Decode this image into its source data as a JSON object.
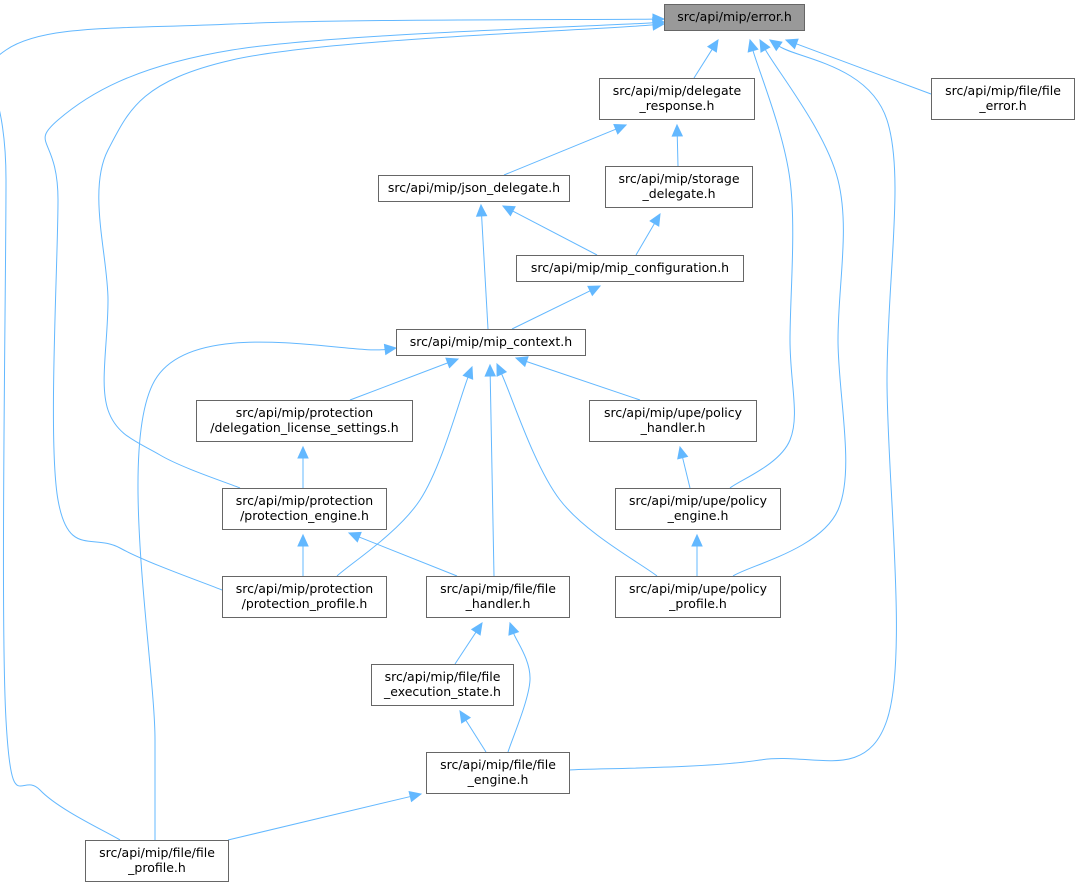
{
  "nodes": [
    {
      "id": "error",
      "lines": [
        "src/api/mip/error.h"
      ],
      "root": true
    },
    {
      "id": "delegate_response",
      "lines": [
        "src/api/mip/delegate",
        "_response.h"
      ]
    },
    {
      "id": "file_error",
      "lines": [
        "src/api/mip/file/file",
        "_error.h"
      ]
    },
    {
      "id": "json_delegate",
      "lines": [
        "src/api/mip/json_delegate.h"
      ]
    },
    {
      "id": "storage_delegate",
      "lines": [
        "src/api/mip/storage",
        "_delegate.h"
      ]
    },
    {
      "id": "mip_configuration",
      "lines": [
        "src/api/mip/mip_configuration.h"
      ]
    },
    {
      "id": "mip_context",
      "lines": [
        "src/api/mip/mip_context.h"
      ]
    },
    {
      "id": "delegation_license_settings",
      "lines": [
        "src/api/mip/protection",
        "/delegation_license_settings.h"
      ]
    },
    {
      "id": "policy_handler",
      "lines": [
        "src/api/mip/upe/policy",
        "_handler.h"
      ]
    },
    {
      "id": "protection_engine",
      "lines": [
        "src/api/mip/protection",
        "/protection_engine.h"
      ]
    },
    {
      "id": "policy_engine",
      "lines": [
        "src/api/mip/upe/policy",
        "_engine.h"
      ]
    },
    {
      "id": "protection_profile",
      "lines": [
        "src/api/mip/protection",
        "/protection_profile.h"
      ]
    },
    {
      "id": "file_handler",
      "lines": [
        "src/api/mip/file/file",
        "_handler.h"
      ]
    },
    {
      "id": "policy_profile",
      "lines": [
        "src/api/mip/upe/policy",
        "_profile.h"
      ]
    },
    {
      "id": "file_execution_state",
      "lines": [
        "src/api/mip/file/file",
        "_execution_state.h"
      ]
    },
    {
      "id": "file_engine",
      "lines": [
        "src/api/mip/file/file",
        "_engine.h"
      ]
    },
    {
      "id": "file_profile",
      "lines": [
        "src/api/mip/file/file",
        "_profile.h"
      ]
    }
  ],
  "edges": [
    {
      "from": "delegate_response",
      "to": "error"
    },
    {
      "from": "file_error",
      "to": "error"
    },
    {
      "from": "protection_engine",
      "to": "error"
    },
    {
      "from": "protection_profile",
      "to": "error"
    },
    {
      "from": "file_profile",
      "to": "error"
    },
    {
      "from": "policy_engine",
      "to": "error"
    },
    {
      "from": "policy_profile",
      "to": "error"
    },
    {
      "from": "file_engine",
      "to": "error"
    },
    {
      "from": "json_delegate",
      "to": "delegate_response"
    },
    {
      "from": "storage_delegate",
      "to": "delegate_response"
    },
    {
      "from": "mip_configuration",
      "to": "json_delegate"
    },
    {
      "from": "mip_context",
      "to": "json_delegate"
    },
    {
      "from": "mip_configuration",
      "to": "storage_delegate"
    },
    {
      "from": "mip_context",
      "to": "mip_configuration"
    },
    {
      "from": "delegation_license_settings",
      "to": "mip_context"
    },
    {
      "from": "policy_handler",
      "to": "mip_context"
    },
    {
      "from": "protection_profile",
      "to": "mip_context"
    },
    {
      "from": "file_handler",
      "to": "mip_context"
    },
    {
      "from": "policy_profile",
      "to": "mip_context"
    },
    {
      "from": "file_profile",
      "to": "mip_context"
    },
    {
      "from": "protection_engine",
      "to": "delegation_license_settings"
    },
    {
      "from": "policy_engine",
      "to": "policy_handler"
    },
    {
      "from": "protection_profile",
      "to": "protection_engine"
    },
    {
      "from": "file_handler",
      "to": "protection_engine"
    },
    {
      "from": "policy_profile",
      "to": "policy_engine"
    },
    {
      "from": "file_execution_state",
      "to": "file_handler"
    },
    {
      "from": "file_engine",
      "to": "file_handler"
    },
    {
      "from": "file_engine",
      "to": "file_execution_state"
    },
    {
      "from": "file_profile",
      "to": "file_engine"
    }
  ]
}
